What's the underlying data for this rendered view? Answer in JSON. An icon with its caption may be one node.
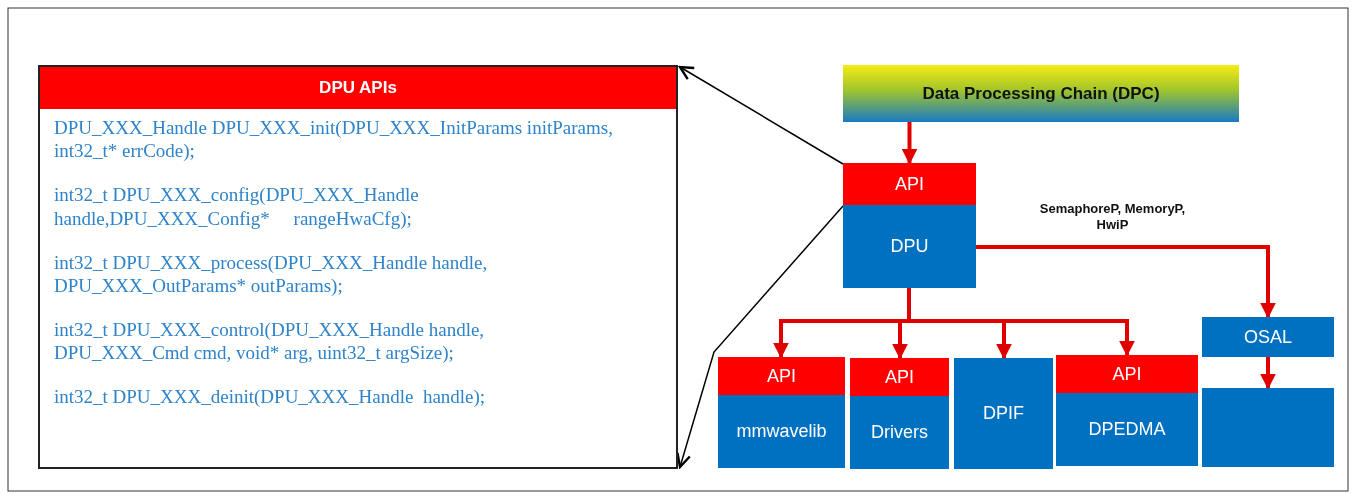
{
  "diagram": {
    "nodes": [
      {
        "text": [
          "DPU APIs",
          "DPU_XXX_Handle DPU_XXX_init(DPU_XXX_InitParams initParams, int32_t* errCode);",
          "int32_t DPU_XXX_config(DPU_XXX_Handle handle,DPU_XXX_Config*     rangeHwaCfg);",
          "int32_t DPU_XXX_process(DPU_XXX_Handle handle, DPU_XXX_OutParams* outParams);",
          "int32_t DPU_XXX_control(DPU_XXX_Handle handle, DPU_XXX_Cmd cmd, void* arg, uint32_t argSize);",
          "int32_t DPU_XXX_deinit(DPU_XXX_Handle  handle);"
        ]
      },
      {
        "text": [
          "Data Processing Chain (DPC)"
        ]
      },
      {
        "text": [
          "API",
          "DPU"
        ]
      },
      {
        "text": [
          "API",
          "mmwavelib"
        ]
      },
      {
        "text": [
          "API",
          "Drivers"
        ]
      },
      {
        "text": [
          "DPIF"
        ]
      },
      {
        "text": [
          "API",
          "DPEDMA"
        ]
      },
      {
        "text": [
          "OSAL"
        ]
      },
      {
        "text": [],
        "shape": "box"
      }
    ],
    "edges": [
      {
        "from": 1,
        "to": 2,
        "arrow": "to"
      },
      {
        "from": 2,
        "to": 3,
        "arrow": "to"
      },
      {
        "from": 2,
        "to": 4,
        "arrow": "to"
      },
      {
        "from": 2,
        "to": 5,
        "arrow": "to"
      },
      {
        "from": 2,
        "to": 6,
        "arrow": "to"
      },
      {
        "from": 2,
        "to": 7,
        "arrow": "to",
        "label": "SemaphoreP,  MemoryP, HwiP"
      },
      {
        "from": 7,
        "to": 8,
        "arrow": "to"
      },
      {
        "from": 2,
        "to": 0,
        "arrow": "to",
        "color": "#000000"
      },
      {
        "from": 2,
        "to": 0,
        "arrow": "to",
        "color": "#000000"
      }
    ]
  }
}
